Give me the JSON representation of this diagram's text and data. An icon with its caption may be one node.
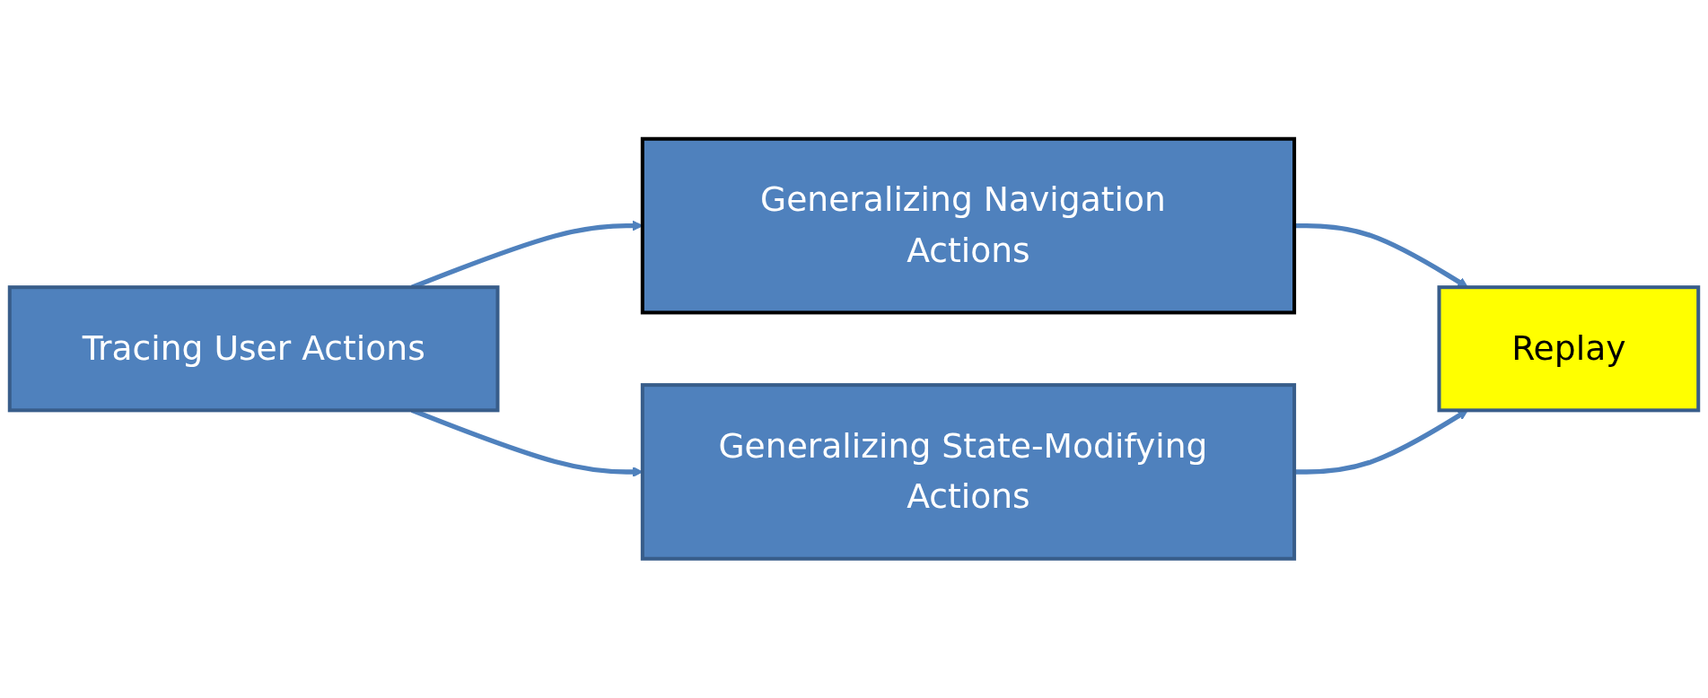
{
  "diagram": {
    "nodes": [
      {
        "text": [
          "Tracing User Actions"
        ]
      },
      {
        "text": [
          "Generalizing Navigation Actions"
        ]
      },
      {
        "text": [
          "Generalizing State-Modifying Actions"
        ]
      },
      {
        "text": [
          "Replay"
        ]
      }
    ],
    "edges": [
      {
        "from": 0,
        "to": 1,
        "arrow": "to"
      },
      {
        "from": 0,
        "to": 2,
        "arrow": "to"
      },
      {
        "from": 1,
        "to": 3,
        "arrow": "to"
      },
      {
        "from": 2,
        "to": 3,
        "arrow": "to"
      }
    ]
  }
}
